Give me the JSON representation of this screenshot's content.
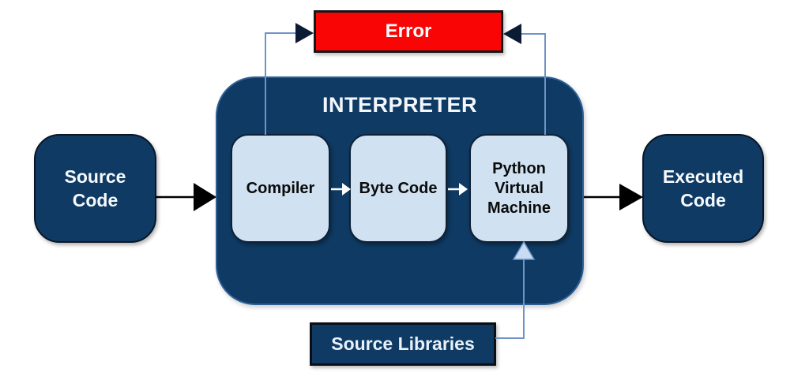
{
  "colors": {
    "navy": "#0e3a63",
    "box-blue": "#d0e2f2",
    "error-red": "#fa0505",
    "line-blue": "#6f94c6",
    "arrow-dark": "#0a1b33",
    "arrow-black": "#000000",
    "light-arrowhead": "#c7dcf2"
  },
  "nodes": {
    "error": {
      "label": "Error"
    },
    "interpreter": {
      "label": "INTERPRETER"
    },
    "compiler": {
      "label": "Compiler"
    },
    "byte_code": {
      "label": "Byte Code"
    },
    "pvm": {
      "label": "Python Virtual Machine"
    },
    "source_code": {
      "label": "Source Code"
    },
    "executed_code": {
      "label": "Executed Code"
    },
    "source_libraries": {
      "label": "Source Libraries"
    }
  },
  "edges": [
    {
      "from": "Source Code",
      "to": "Interpreter",
      "style": "black-arrow"
    },
    {
      "from": "Compiler",
      "to": "Byte Code",
      "style": "white-arrow"
    },
    {
      "from": "Byte Code",
      "to": "Python Virtual Machine",
      "style": "white-arrow"
    },
    {
      "from": "Interpreter",
      "to": "Executed Code",
      "style": "black-arrow"
    },
    {
      "from": "Compiler",
      "to": "Error",
      "style": "blue-connector"
    },
    {
      "from": "Python Virtual Machine",
      "to": "Error",
      "style": "blue-connector"
    },
    {
      "from": "Source Libraries",
      "to": "Python Virtual Machine",
      "style": "blue-connector"
    }
  ]
}
